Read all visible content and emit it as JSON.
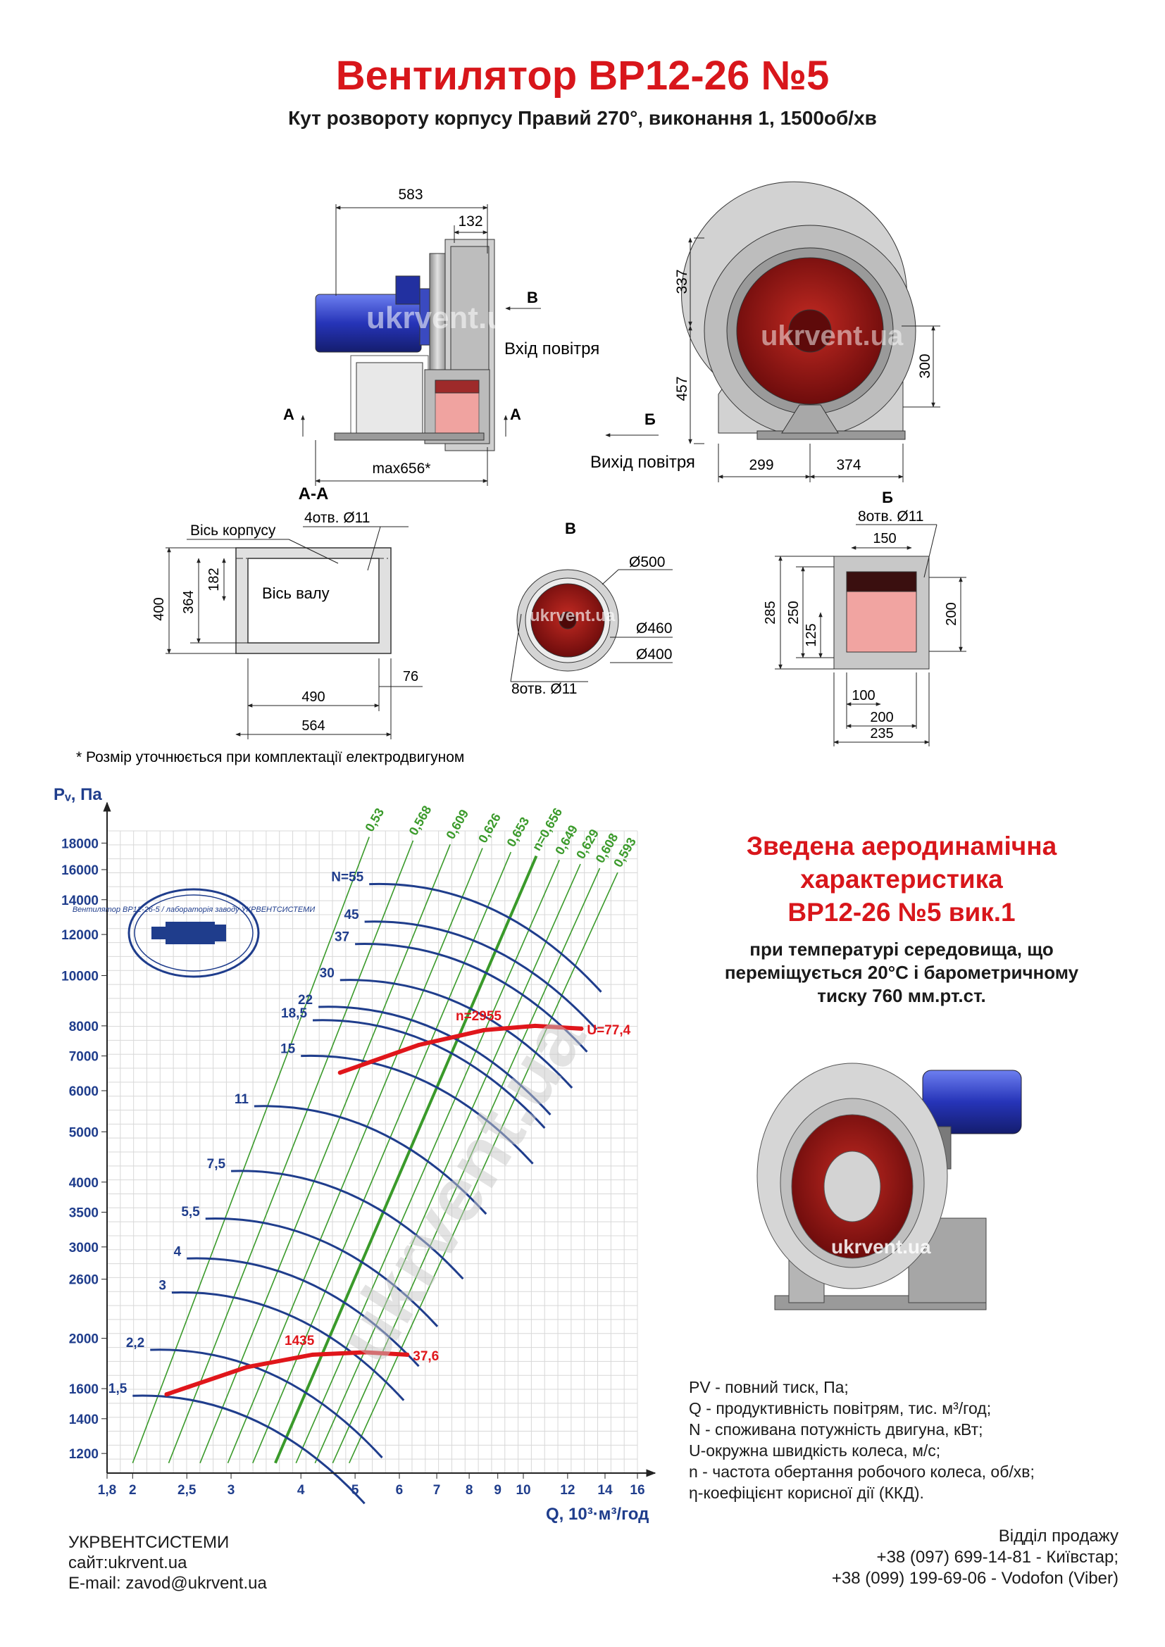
{
  "header": {
    "title": "Вентилятор  ВР12-26 №5",
    "subtitle": "Кут розвороту корпусу Правий 270°, виконання 1, 1500об/хв"
  },
  "drawings": {
    "side_view": {
      "dim_top": "583",
      "dim_inlet": "132",
      "dim_bottom": "max656*",
      "section_a": "А",
      "section_b": "В",
      "inlet_label": "Вхід повітря",
      "watermark": "ukrvent.ua"
    },
    "front_view": {
      "dim_upper": "337",
      "dim_lower": "457",
      "dim_right": "300",
      "dim_left_base": "299",
      "dim_right_base": "374",
      "section_b": "Б",
      "outlet_label": "Вихід повітря",
      "watermark": "ukrvent.ua"
    },
    "section_aa": {
      "title": "А-А",
      "axis_body": "Вісь корпусу",
      "holes": "4отв.   Ø11",
      "axis_shaft": "Вісь валу",
      "dim_400": "400",
      "dim_364": "364",
      "dim_182": "182",
      "dim_76": "76",
      "dim_490": "490",
      "dim_564": "564"
    },
    "section_v": {
      "title": "В",
      "d500": "Ø500",
      "d460": "Ø460",
      "d400": "Ø400",
      "holes": "8отв. Ø11",
      "watermark": "ukrvent.ua"
    },
    "section_b": {
      "title": "Б",
      "holes": "8отв. Ø11",
      "dim_150": "150",
      "dim_285": "285",
      "dim_250": "250",
      "dim_125": "125",
      "dim_200v": "200",
      "dim_100": "100",
      "dim_200": "200",
      "dim_235": "235"
    },
    "footnote": "* Розмір уточнюється при комплектації електродвигуном"
  },
  "chart_data": {
    "type": "line",
    "ylabel": "Pᵥ, Па",
    "xlabel": "Q, 10³·м³/год",
    "yscale": "log",
    "xscale": "log",
    "xlim": [
      1.8,
      16
    ],
    "ylim": [
      1100,
      19000
    ],
    "x_ticks": [
      "1,8",
      "2",
      "2,5",
      "3",
      "4",
      "5",
      "6",
      "7",
      "8",
      "9",
      "10",
      "12",
      "14",
      "16"
    ],
    "y_ticks": [
      "1200",
      "1400",
      "1600",
      "2000",
      "2600",
      "3000",
      "3500",
      "4000",
      "5000",
      "6000",
      "7000",
      "8000",
      "10000",
      "12000",
      "14000",
      "16000",
      "18000"
    ],
    "grid": true,
    "series": [
      {
        "name": "n=2955",
        "color": "#e0161b",
        "x": [
          4.7,
          6.5,
          8.5,
          10.5,
          12.7
        ],
        "y": [
          6500,
          7350,
          7850,
          8000,
          7900
        ],
        "end_label": "U=77,4"
      },
      {
        "name": "1435",
        "color": "#e0161b",
        "x": [
          2.3,
          3.2,
          4.2,
          5.2,
          6.2
        ],
        "y": [
          1560,
          1760,
          1860,
          1880,
          1860
        ],
        "end_label": "37,6"
      }
    ],
    "power_labels": [
      "N=55",
      "45",
      "37",
      "30",
      "22",
      "18,5",
      "15",
      "11",
      "7,5",
      "5,5",
      "4",
      "3",
      "2,2",
      "1,5"
    ],
    "efficiency_labels": [
      "0,53",
      "0,568",
      "0,609",
      "0,626",
      "0,653",
      "n=0,656",
      "0,649",
      "0,629",
      "0,608",
      "0,593"
    ],
    "stamp": "Вентилятор ВР12-26-5 / лабораторія заводу УКРВЕНТСИСТЕМИ",
    "watermark": "ukrvent.ua"
  },
  "right_panel": {
    "title_lines": [
      "Зведена аеродинамічна",
      "характеристика",
      "ВР12-26 №5 вик.1"
    ],
    "conditions_lines": [
      "при температурі середовища, що",
      "переміщується 20°C і барометричному",
      "тиску 760 мм.рт.ст."
    ],
    "product_watermark": "ukrvent.ua"
  },
  "legend": [
    "PV - повний тиск, Па;",
    "Q - продуктивність повітрям, тис. м³/год;",
    "N - споживана потужність двигуна, кВт;",
    "U-окружна швидкість колеса, м/с;",
    "n - частота обертання робочого колеса, об/хв;",
    "η-коефіцієнт корисної дії (ККД)."
  ],
  "footer": {
    "company": "УКРВЕНТСИСТЕМИ",
    "site": "сайт:ukrvent.ua",
    "email": "E-mail: zavod@ukrvent.ua",
    "sales_title": "Відділ продажу",
    "phone1": "+38 (097) 699-14-81 - Київстар;",
    "phone2": "+38 (099) 199-69-06 - Vodofon (Viber)"
  },
  "colors": {
    "accent": "#d8161b",
    "chart_blue": "#1f3d8c",
    "chart_green": "#3a9a2a",
    "chart_red": "#e0161b",
    "grid": "#d8d8d8",
    "fan_red": "#8e1010"
  }
}
